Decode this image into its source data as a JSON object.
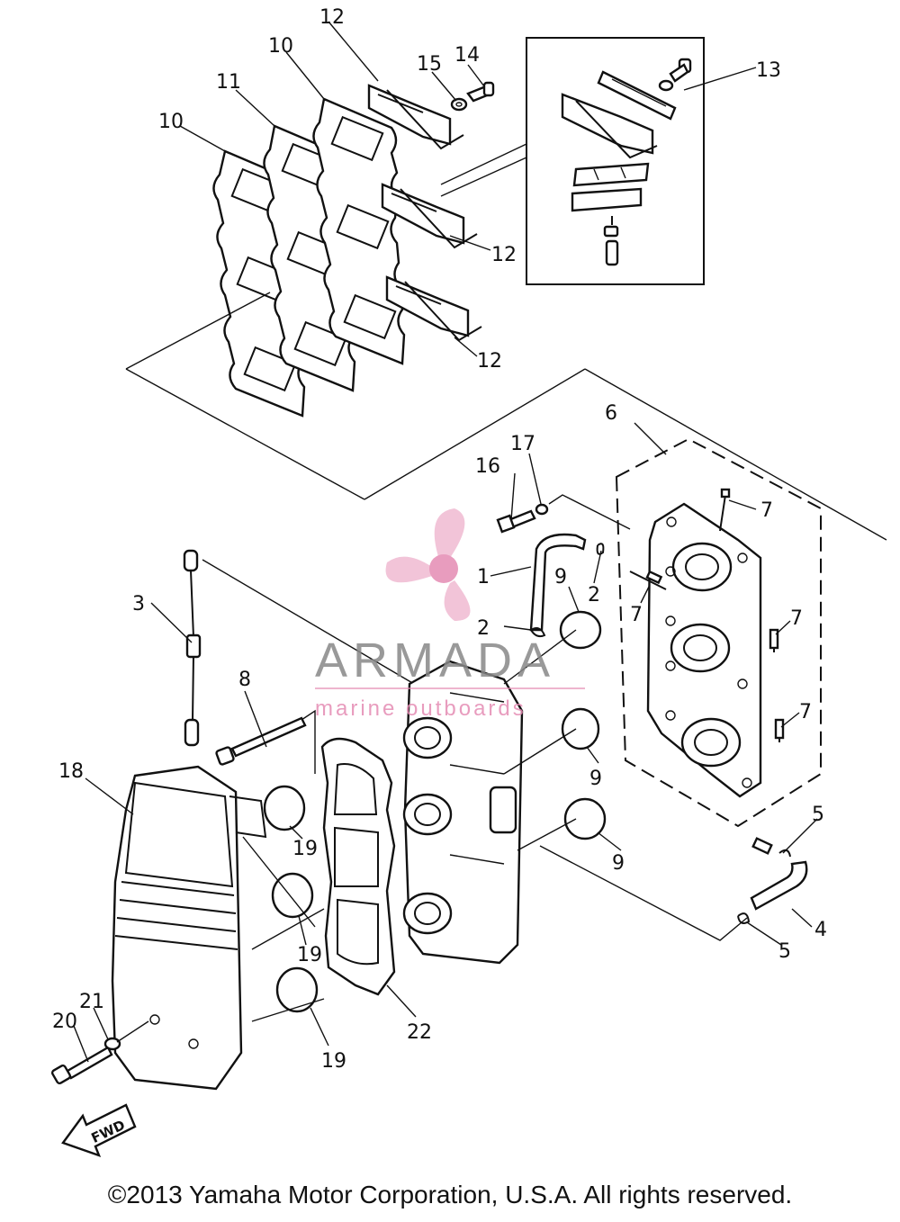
{
  "labels": {
    "l1": "1",
    "l2a": "2",
    "l2b": "2",
    "l3": "3",
    "l4": "4",
    "l5a": "5",
    "l5b": "5",
    "l6": "6",
    "l7a": "7",
    "l7b": "7",
    "l7c": "7",
    "l7d": "7",
    "l8": "8",
    "l9a": "9",
    "l9b": "9",
    "l9c": "9",
    "l10a": "10",
    "l10b": "10",
    "l11": "11",
    "l12a": "12",
    "l12b": "12",
    "l12c": "12",
    "l13": "13",
    "l14": "14",
    "l15": "15",
    "l16": "16",
    "l17": "17",
    "l18": "18",
    "l19a": "19",
    "l19b": "19",
    "l19c": "19",
    "l20": "20",
    "l21": "21",
    "l22": "22"
  },
  "fwd_arrow": "FWD",
  "watermark": {
    "name": "ARMADA",
    "tagline": "marine outboards",
    "logo_color": "#e58bb3",
    "text_color": "#888888"
  },
  "copyright": "©2013 Yamaha Motor Corporation, U.S.A. All rights reserved."
}
